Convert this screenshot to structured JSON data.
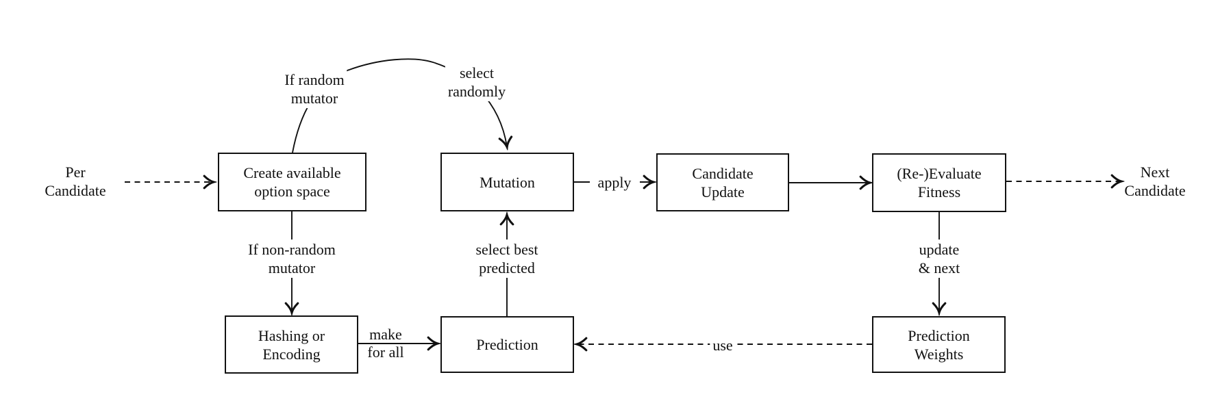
{
  "colors": {
    "ink": "#111111",
    "background": "#ffffff"
  },
  "nodes": {
    "create_option_space": {
      "lines": [
        "Create available",
        "option space"
      ]
    },
    "mutation": {
      "lines": [
        "Mutation"
      ]
    },
    "candidate_update": {
      "lines": [
        "Candidate",
        "Update"
      ]
    },
    "reevaluate_fitness": {
      "lines": [
        "(Re-)Evaluate",
        "Fitness"
      ]
    },
    "hashing_encoding": {
      "lines": [
        "Hashing or",
        "Encoding"
      ]
    },
    "prediction": {
      "lines": [
        "Prediction"
      ]
    },
    "prediction_weights": {
      "lines": [
        "Prediction",
        "Weights"
      ]
    }
  },
  "labels": {
    "per_candidate": {
      "lines": [
        "Per",
        "Candidate"
      ]
    },
    "next_candidate": {
      "lines": [
        "Next",
        "Candidate"
      ]
    },
    "if_random": {
      "lines": [
        "If random",
        "mutator"
      ]
    },
    "select_randomly": {
      "lines": [
        "select",
        "randomly"
      ]
    },
    "if_non_random": {
      "lines": [
        "If non-random",
        "mutator"
      ]
    },
    "select_best": {
      "lines": [
        "select best",
        "predicted"
      ]
    },
    "update_and_next": {
      "lines": [
        "update",
        "& next"
      ]
    },
    "apply": {
      "text": "apply"
    },
    "make_for_all": {
      "lines": [
        "make",
        "for all"
      ]
    },
    "use": {
      "text": "use"
    }
  }
}
